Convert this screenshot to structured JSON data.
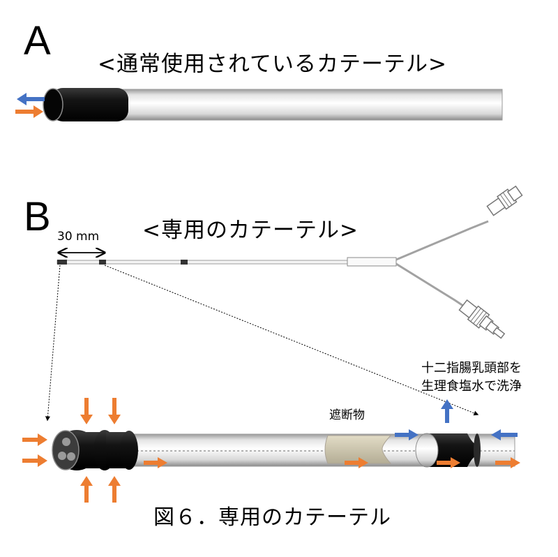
{
  "panel_a": {
    "letter": "A",
    "title": "<通常使用されているカテーテル>"
  },
  "panel_b": {
    "letter": "B",
    "title": "<専用のカテーテル>",
    "scale_label": "30 mm",
    "blocker_label": "遮断物",
    "flush_note_line1": "十二指腸乳頭部を",
    "flush_note_line2": "生理食塩水で洗浄"
  },
  "caption": "図６．専用のカテーテル",
  "colors": {
    "arrow_blue": "#4472c4",
    "arrow_orange": "#ed7d31",
    "tube_black": "#141414",
    "blocker": "#cfc9b4"
  }
}
